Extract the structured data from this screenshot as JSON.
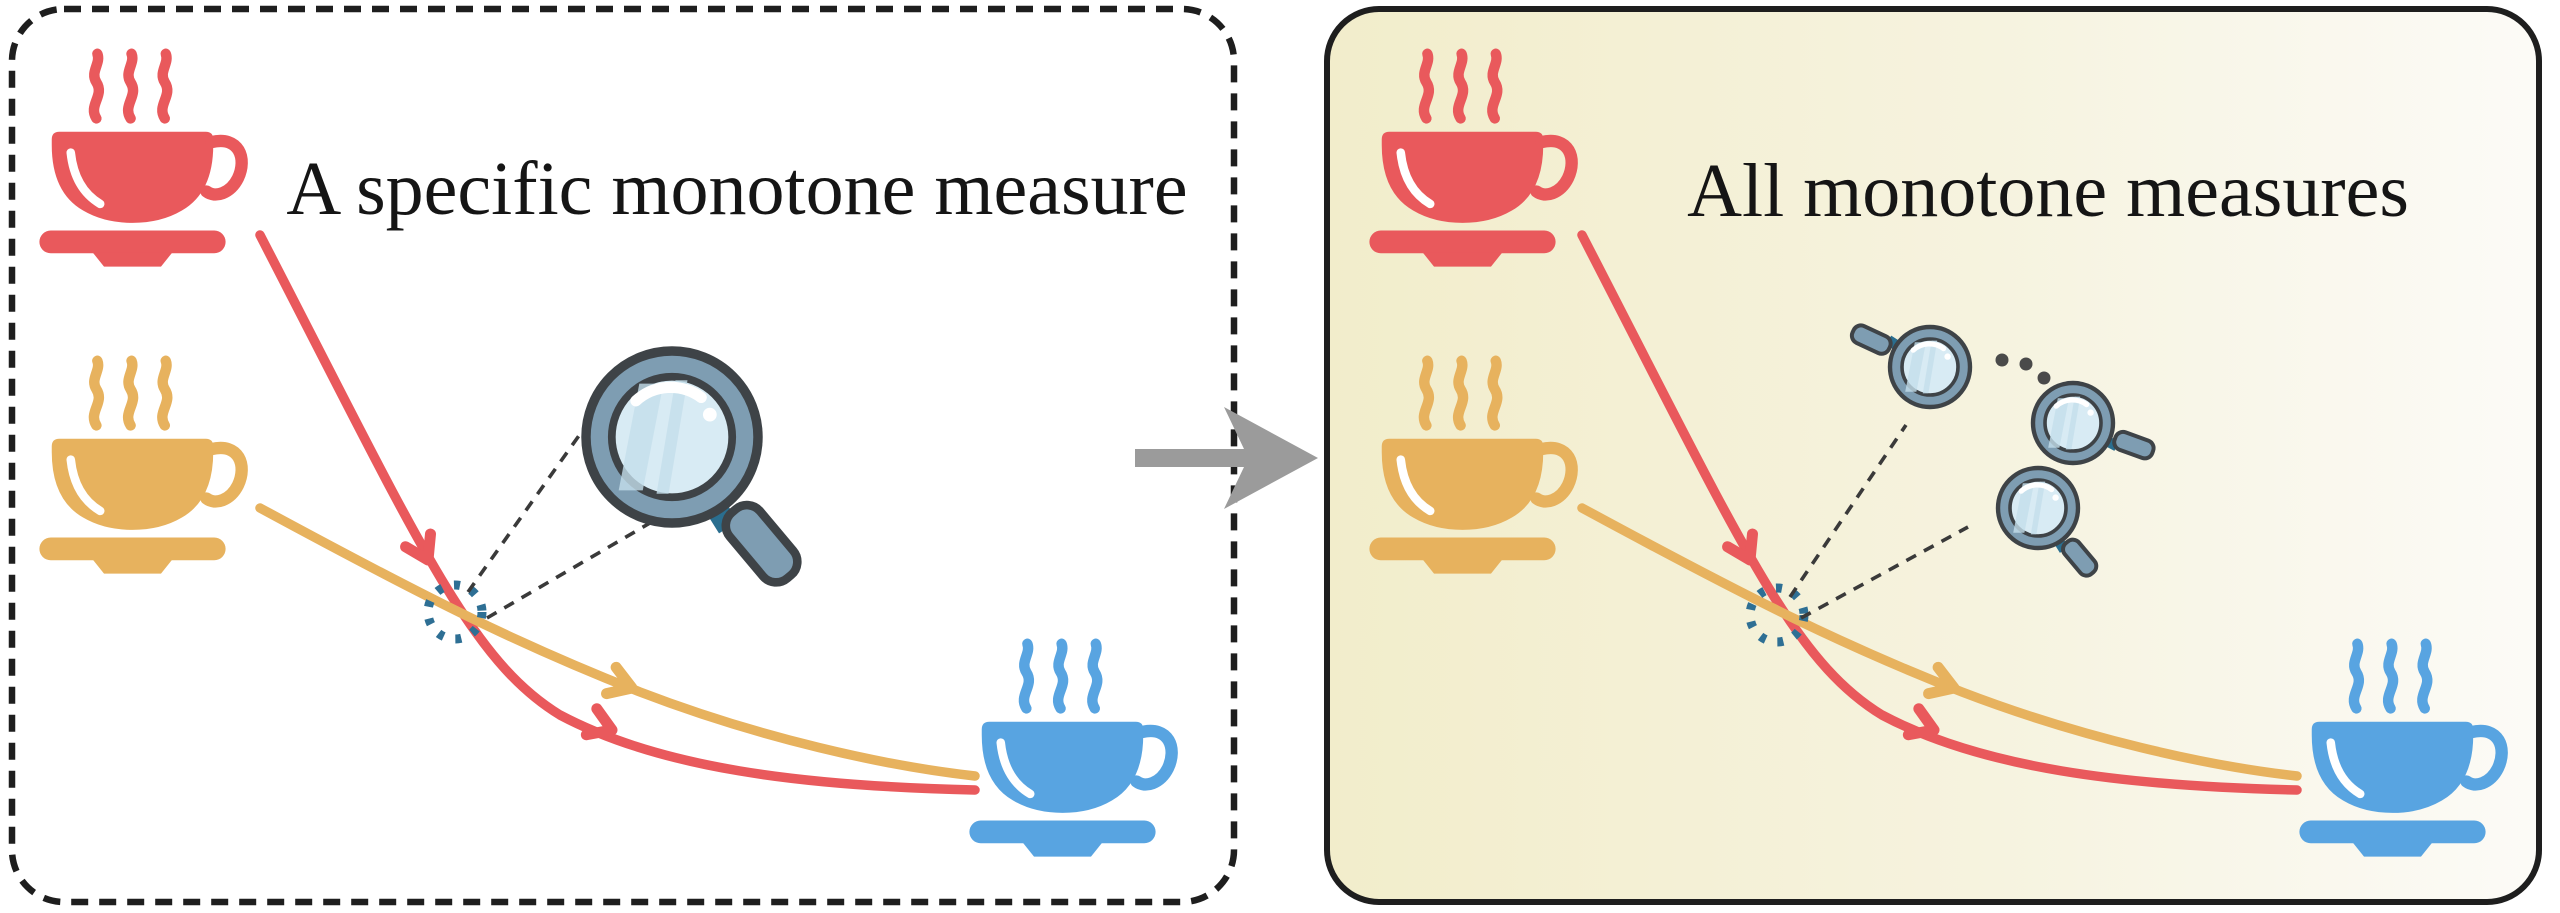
{
  "left_panel": {
    "title": "A specific monotone measure",
    "border_style": "dashed",
    "background_color": "#ffffff",
    "icons": [
      "steaming-red-cup",
      "steaming-yellow-cup",
      "steaming-blue-cup",
      "magnifying-glass"
    ],
    "magnifier_count": 1
  },
  "right_panel": {
    "title": "All monotone measures",
    "border_style": "solid",
    "background_left_color": "#F2EDCB",
    "background_right_color": "#FCFBF7",
    "icons": [
      "steaming-red-cup",
      "steaming-yellow-cup",
      "steaming-blue-cup",
      "magnifying-glass",
      "magnifying-glass",
      "magnifying-glass",
      "ellipsis-dots"
    ],
    "magnifier_count": 3,
    "ellipsis_dot_count": 3
  },
  "transition_arrow": {
    "direction": "right",
    "color": "#9B9B9B"
  },
  "palette": {
    "cup_red": "#E9595C",
    "cup_yellow": "#E7B25E",
    "cup_blue": "#58A4E1",
    "magnifier_rim": "#7E9DB2",
    "magnifier_lens": "#D8EBF4",
    "magnifier_lens_streak": "#C4DFEB",
    "magnifier_outline": "#3E4347",
    "magnifier_connector": "#2A6E8F",
    "focus_circle": "#2E6F94",
    "dashed_connector": "#3A3A3A",
    "panel_border": "#1E1E1E",
    "title_text": "#151515"
  }
}
